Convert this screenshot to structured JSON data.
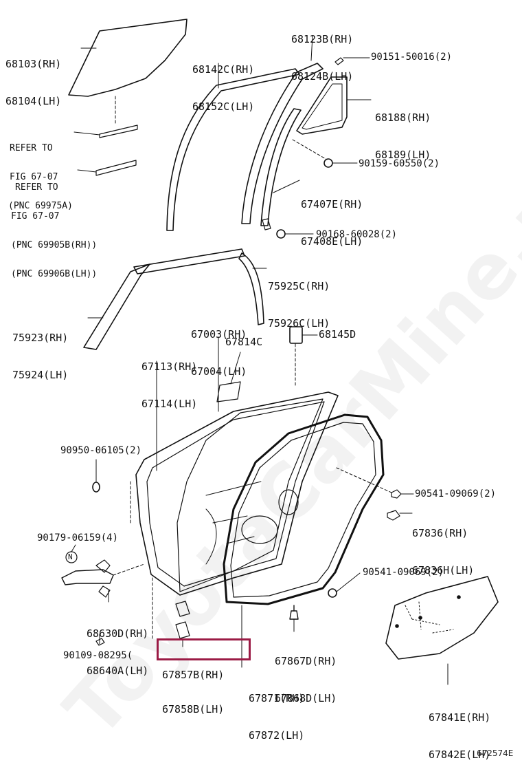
{
  "watermark": "ToyotaCarMine.ru",
  "figure_number": "672574E",
  "highlight_color": "#9b1b45",
  "labels": {
    "glass": [
      "68103(RH)",
      "68104(LH)"
    ],
    "ref_fig_1": [
      "REFER TO",
      "FIG 67-07",
      "(PNC 69975A)"
    ],
    "ref_fig_2": [
      "REFER TO",
      "FIG 67-07",
      "(PNC 69905B(RH))",
      "(PNC 69906B(LH))"
    ],
    "weatherstrip_frame": [
      "68142C(RH)",
      "68152C(LH)"
    ],
    "quarter_frame": [
      "68123B(RH)",
      "68124B(LH)"
    ],
    "screw_90151": "90151-50016(2)",
    "quarter_glass": [
      "68188(RH)",
      "68189(LH)"
    ],
    "bolt_90159": "90159-60550(2)",
    "channel": [
      "67407E(RH)",
      "67408E(LH)"
    ],
    "bolt_90168": "90168-60028(2)",
    "garnish_upper": [
      "75925C(RH)",
      "75926C(LH)"
    ],
    "garnish_pillar": [
      "75923(RH)",
      "75924(LH)"
    ],
    "door_panel": [
      "67003(RH)",
      "67004(LH)"
    ],
    "belt_moulding": [
      "67113(RH)",
      "67114(LH)"
    ],
    "seal_67814C": "67814C",
    "cover_68145D": "68145D",
    "plug_90950": "90950-06105(2)",
    "bolt_90541_top": "90541-09069(2)",
    "stopper": [
      "67836(RH)",
      "67836H(LH)"
    ],
    "bolt_90179": "90179-06159(4)",
    "n_mark": "N",
    "bolt_90541_low": "90541-09069(2)",
    "hinge": [
      "68630D(RH)",
      "68640A(LH)"
    ],
    "clip_67867": [
      "67867D(RH)",
      "67868D(LH)"
    ],
    "bolt_90109": "90109-08295(",
    "weatherstrip_67857": [
      "67857B(RH)",
      "67858B(LH)"
    ],
    "weatherstrip_67871": [
      "67871(RH)",
      "67872(LH)"
    ],
    "service_hole_cover": [
      "67841E(RH)",
      "67842E(LH)"
    ]
  }
}
